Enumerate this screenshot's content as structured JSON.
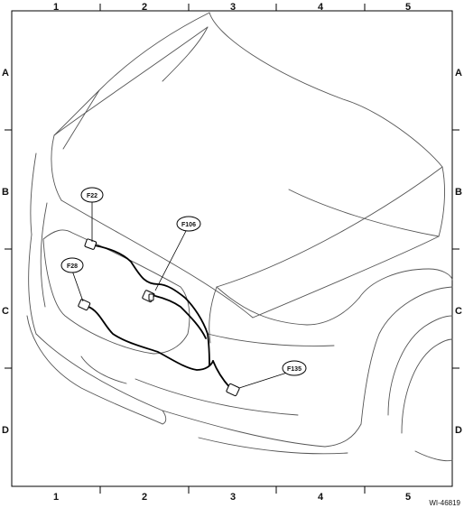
{
  "grid": {
    "columns": [
      "1",
      "2",
      "3",
      "4",
      "5"
    ],
    "rows": [
      "A",
      "B",
      "C",
      "D"
    ]
  },
  "connectors": [
    {
      "id": "F22"
    },
    {
      "id": "F106"
    },
    {
      "id": "F28"
    },
    {
      "id": "F135"
    }
  ],
  "reference_code": "WI-46819"
}
